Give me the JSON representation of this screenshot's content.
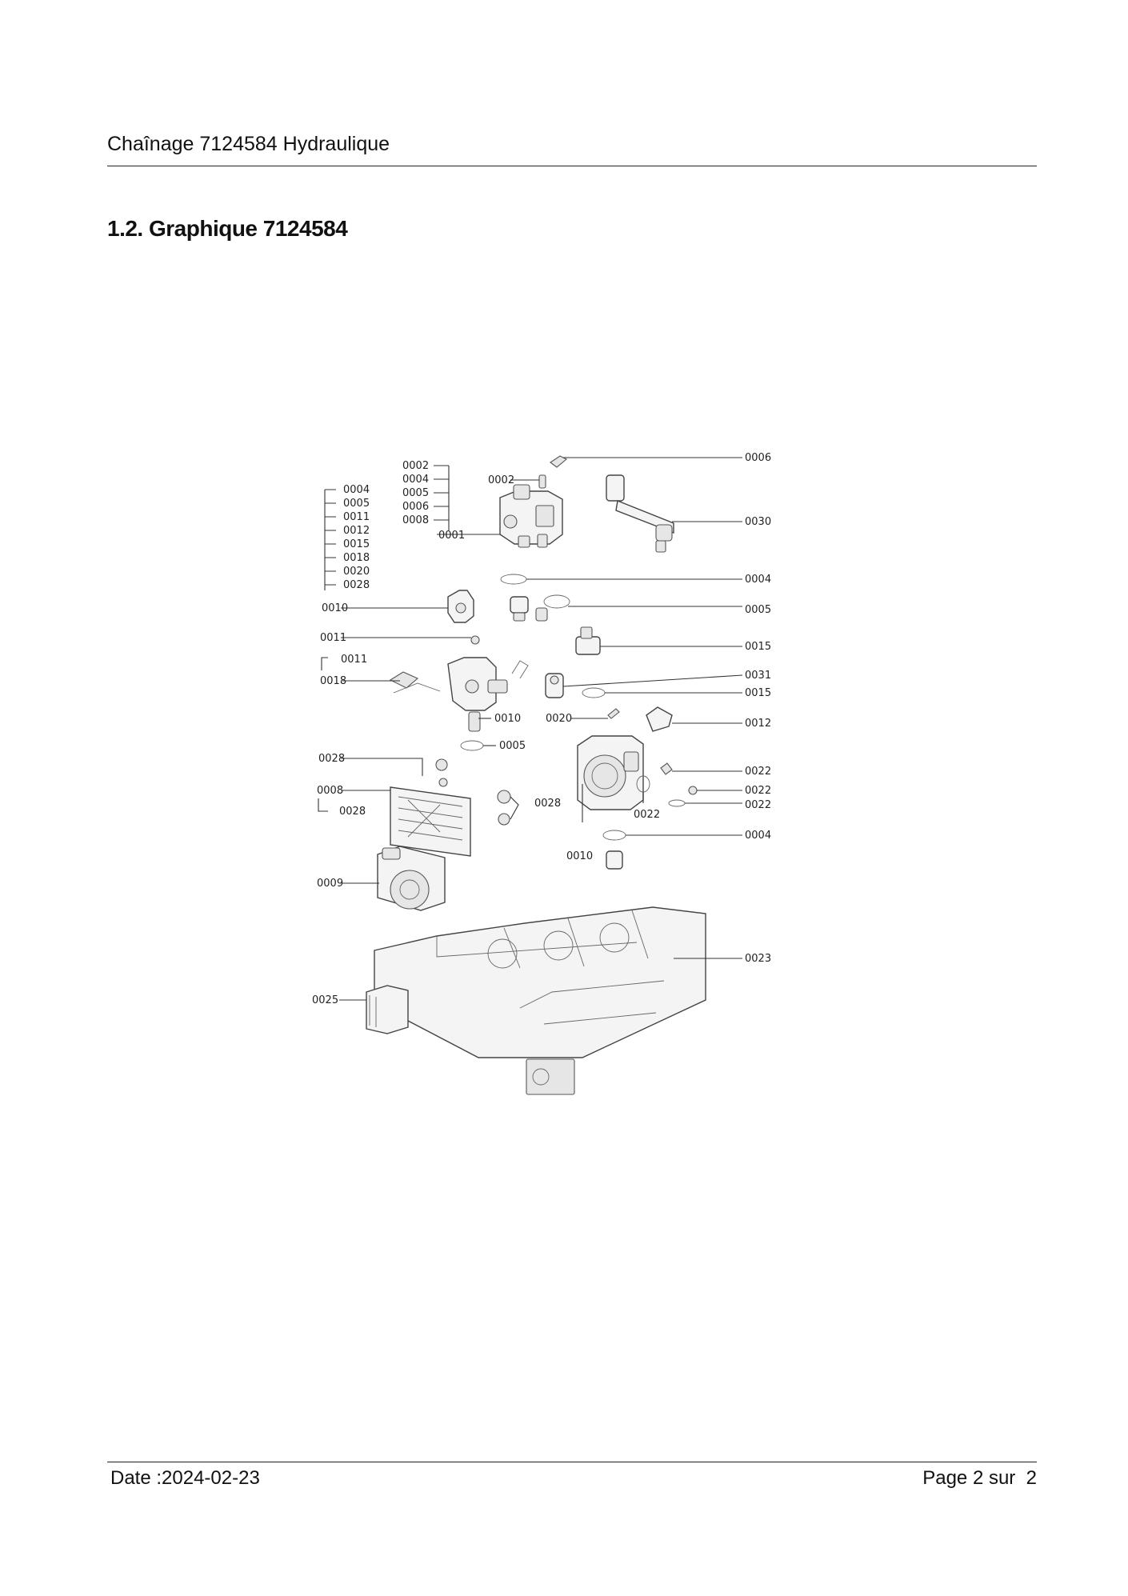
{
  "header": {
    "title": "Chaînage 7124584 Hydraulique"
  },
  "section": {
    "title": "1.2. Graphique 7124584"
  },
  "diagram": {
    "callouts_left_group": [
      "0004",
      "0005",
      "0011",
      "0012",
      "0015",
      "0018",
      "0020",
      "0028"
    ],
    "callouts_top_group": [
      "0002",
      "0004",
      "0005",
      "0006",
      "0008"
    ],
    "callouts": {
      "c0001": "0001",
      "c0002b": "0002",
      "c0006": "0006",
      "c0030": "0030",
      "c0004a": "0004",
      "c0005a": "0005",
      "c0010a": "0010",
      "c0011a": "0011",
      "c0011b": "0011",
      "c0018": "0018",
      "c0015a": "0015",
      "c0031": "0031",
      "c0015b": "0015",
      "c0010b": "0010",
      "c0020": "0020",
      "c0012": "0012",
      "c0005b": "0005",
      "c0028a": "0028",
      "c0022a": "0022",
      "c0022b": "0022",
      "c0022c": "0022",
      "c0022d": "0022",
      "c0008": "0008",
      "c0028b": "0028",
      "c0028c": "0028",
      "c0004b": "0004",
      "c0010c": "0010",
      "c0009": "0009",
      "c0023": "0023",
      "c0025": "0025"
    }
  },
  "footer": {
    "date": "Date :2024-02-23",
    "page_label": "Page 2 sur",
    "page_total": "2"
  }
}
